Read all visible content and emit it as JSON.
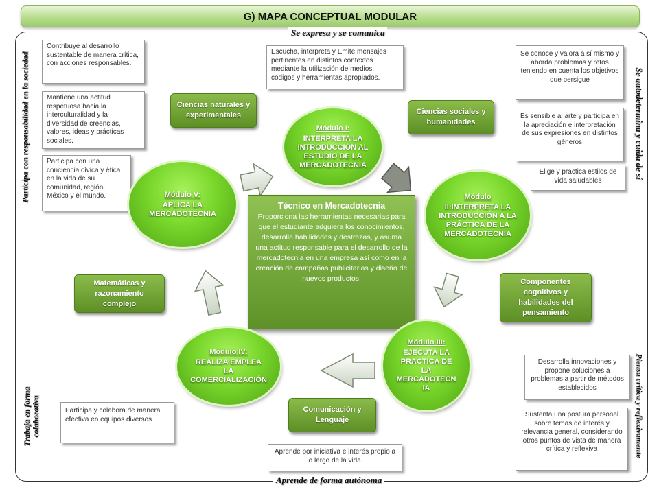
{
  "title": "G) MAPA CONCEPTUAL MODULAR",
  "edges": {
    "top": "Se expresa y se comunica",
    "bottom": "Aprende de forma autónoma",
    "left_upper": "Participa con responsabilidad en la sociedad",
    "left_lower": "Trabaja en forma colaborativa",
    "right_upper": "Se autodetermina y cuida de sí",
    "right_lower": "Piensa crítica y reflexivamente"
  },
  "center": {
    "title": "Técnico en Mercadotecnia",
    "body": "Proporciona las herramientas necesarias para que el estudiante adquiera los conocimientos, desarrolle habilidades y destrezas, y asuma una actitud responsable para el desarrollo de la mercadotecnia en una empresa así como en la creación de campañas publicitarias y diseño de nuevos productos."
  },
  "modules": {
    "m1": {
      "head": "Módulo I:",
      "text": "INTERPRETA LA INTRODUCCIÓN AL ESTUDIO DE LA MERCADOTECNIA"
    },
    "m2": {
      "head": "Módulo",
      "text": "II:INTERPRETA LA INTRODUCCIÓN A LA PRÁCTICA DE LA MERCADOTECNIA"
    },
    "m3": {
      "head": "Módulo III:",
      "text": "EJECUTA LA PRACTICA DE LA MERCADOTECN IA"
    },
    "m4": {
      "head": "Módulo IV:",
      "text": "REALIZA EMPLEA LA COMERCIALIZACIÓN"
    },
    "m5": {
      "head": "Módulo V:",
      "text": "APLICA LA MERCADOTECNIA"
    }
  },
  "green_boxes": {
    "naturales": "Ciencias naturales y experimentales",
    "sociales": "Ciencias sociales y humanidades",
    "componentes": "Componentes cognitivos y habilidades del pensamiento",
    "comunicacion": "Comunicación y Lenguaje",
    "matematicas": "Matemáticas y razonamiento complejo"
  },
  "notes": {
    "n1": "Contribuye al desarrollo sustentable de manera crítica, con acciones responsables.",
    "n2": "Mantiene una actitud respetuosa hacia la interculturalidad y la diversidad de creencias, valores, ideas y prácticas sociales.",
    "n3": "Participa con una conciencia cívica y ética en la vida de su comunidad, región, México y el mundo.",
    "n4": "Escucha, interpreta y Emite mensajes pertinentes en distintos contextos mediante la utilización de medios, códigos y herramientas apropiados.",
    "n5": "Se conoce y valora a sí mismo y aborda problemas y retos teniendo en cuenta los objetivos que persigue",
    "n6": "Es sensible al arte y participa en la apreciación e interpretación de sus expresiones en distintos géneros",
    "n7": "Elige y practica estilos de vida saludables",
    "n8": "Desarrolla innovaciones y propone soluciones a problemas a partir de métodos establecidos",
    "n9": "Sustenta una postura personal sobre temas de interés y relevancia general, considerando otros puntos de vista de manera crítica y reflexiva",
    "n10": "Participa y colabora de manera efectiva en equipos diversos",
    "n11": "Aprende por iniciativa e interés propio a lo largo de la vida."
  }
}
